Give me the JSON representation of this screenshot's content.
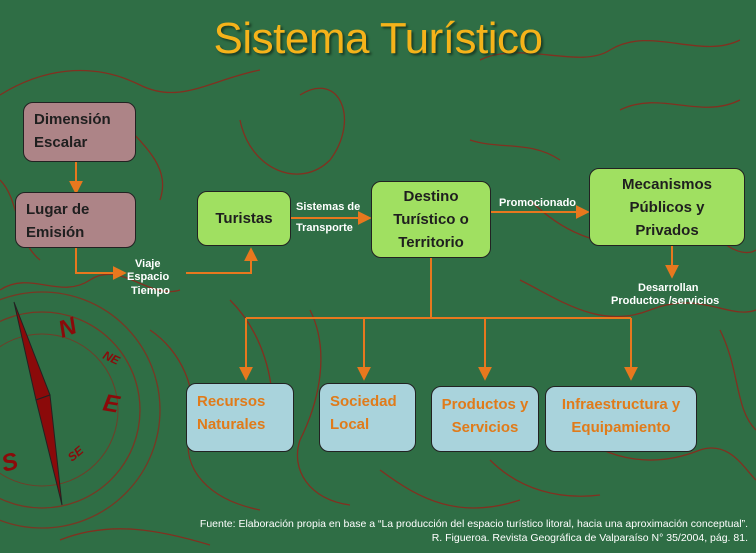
{
  "title": "Sistema Turístico",
  "boxes": {
    "dimension": "Dimensión Escalar",
    "lugar": "Lugar de Emisión",
    "turistas": "Turistas",
    "destino": "Destino Turístico o Territorio",
    "mecanismos": "Mecanismos Públicos y Privados",
    "recursos": "Recursos Naturales",
    "sociedad": "Sociedad Local",
    "productos": "Productos y Servicios",
    "infraestructura": "Infraestructura y Equipamiento"
  },
  "labels": {
    "viaje": "Viaje",
    "espacio": "Espacio",
    "tiempo": "Tiempo",
    "sistemas": "Sistemas de",
    "transporte": "Transporte",
    "promocionado": "Promocionado",
    "desarrollan": "Desarrollan",
    "productos_servicios": "Productos /servicios"
  },
  "compass": {
    "n": "N",
    "ne": "NE",
    "e": "E",
    "s": "S",
    "se": "SE"
  },
  "source": {
    "line1": "Fuente: Elaboración propia en base a “La producción del espacio turístico litoral, hacia una aproximación conceptual”.",
    "line2": "R. Figueroa. Revista Geográfica de Valparaíso N° 35/2004, pág. 81."
  },
  "colors": {
    "background": "#2f6e45",
    "title": "#f5b31a",
    "arrows": "#e8781e",
    "green_box": "#a0e061",
    "mauve_box": "#ad8487",
    "blue_box": "#a9d3dc",
    "blue_box_text": "#e07b1a",
    "contours": "#8a2a1c",
    "compass_needle": "#8b0a0a"
  }
}
